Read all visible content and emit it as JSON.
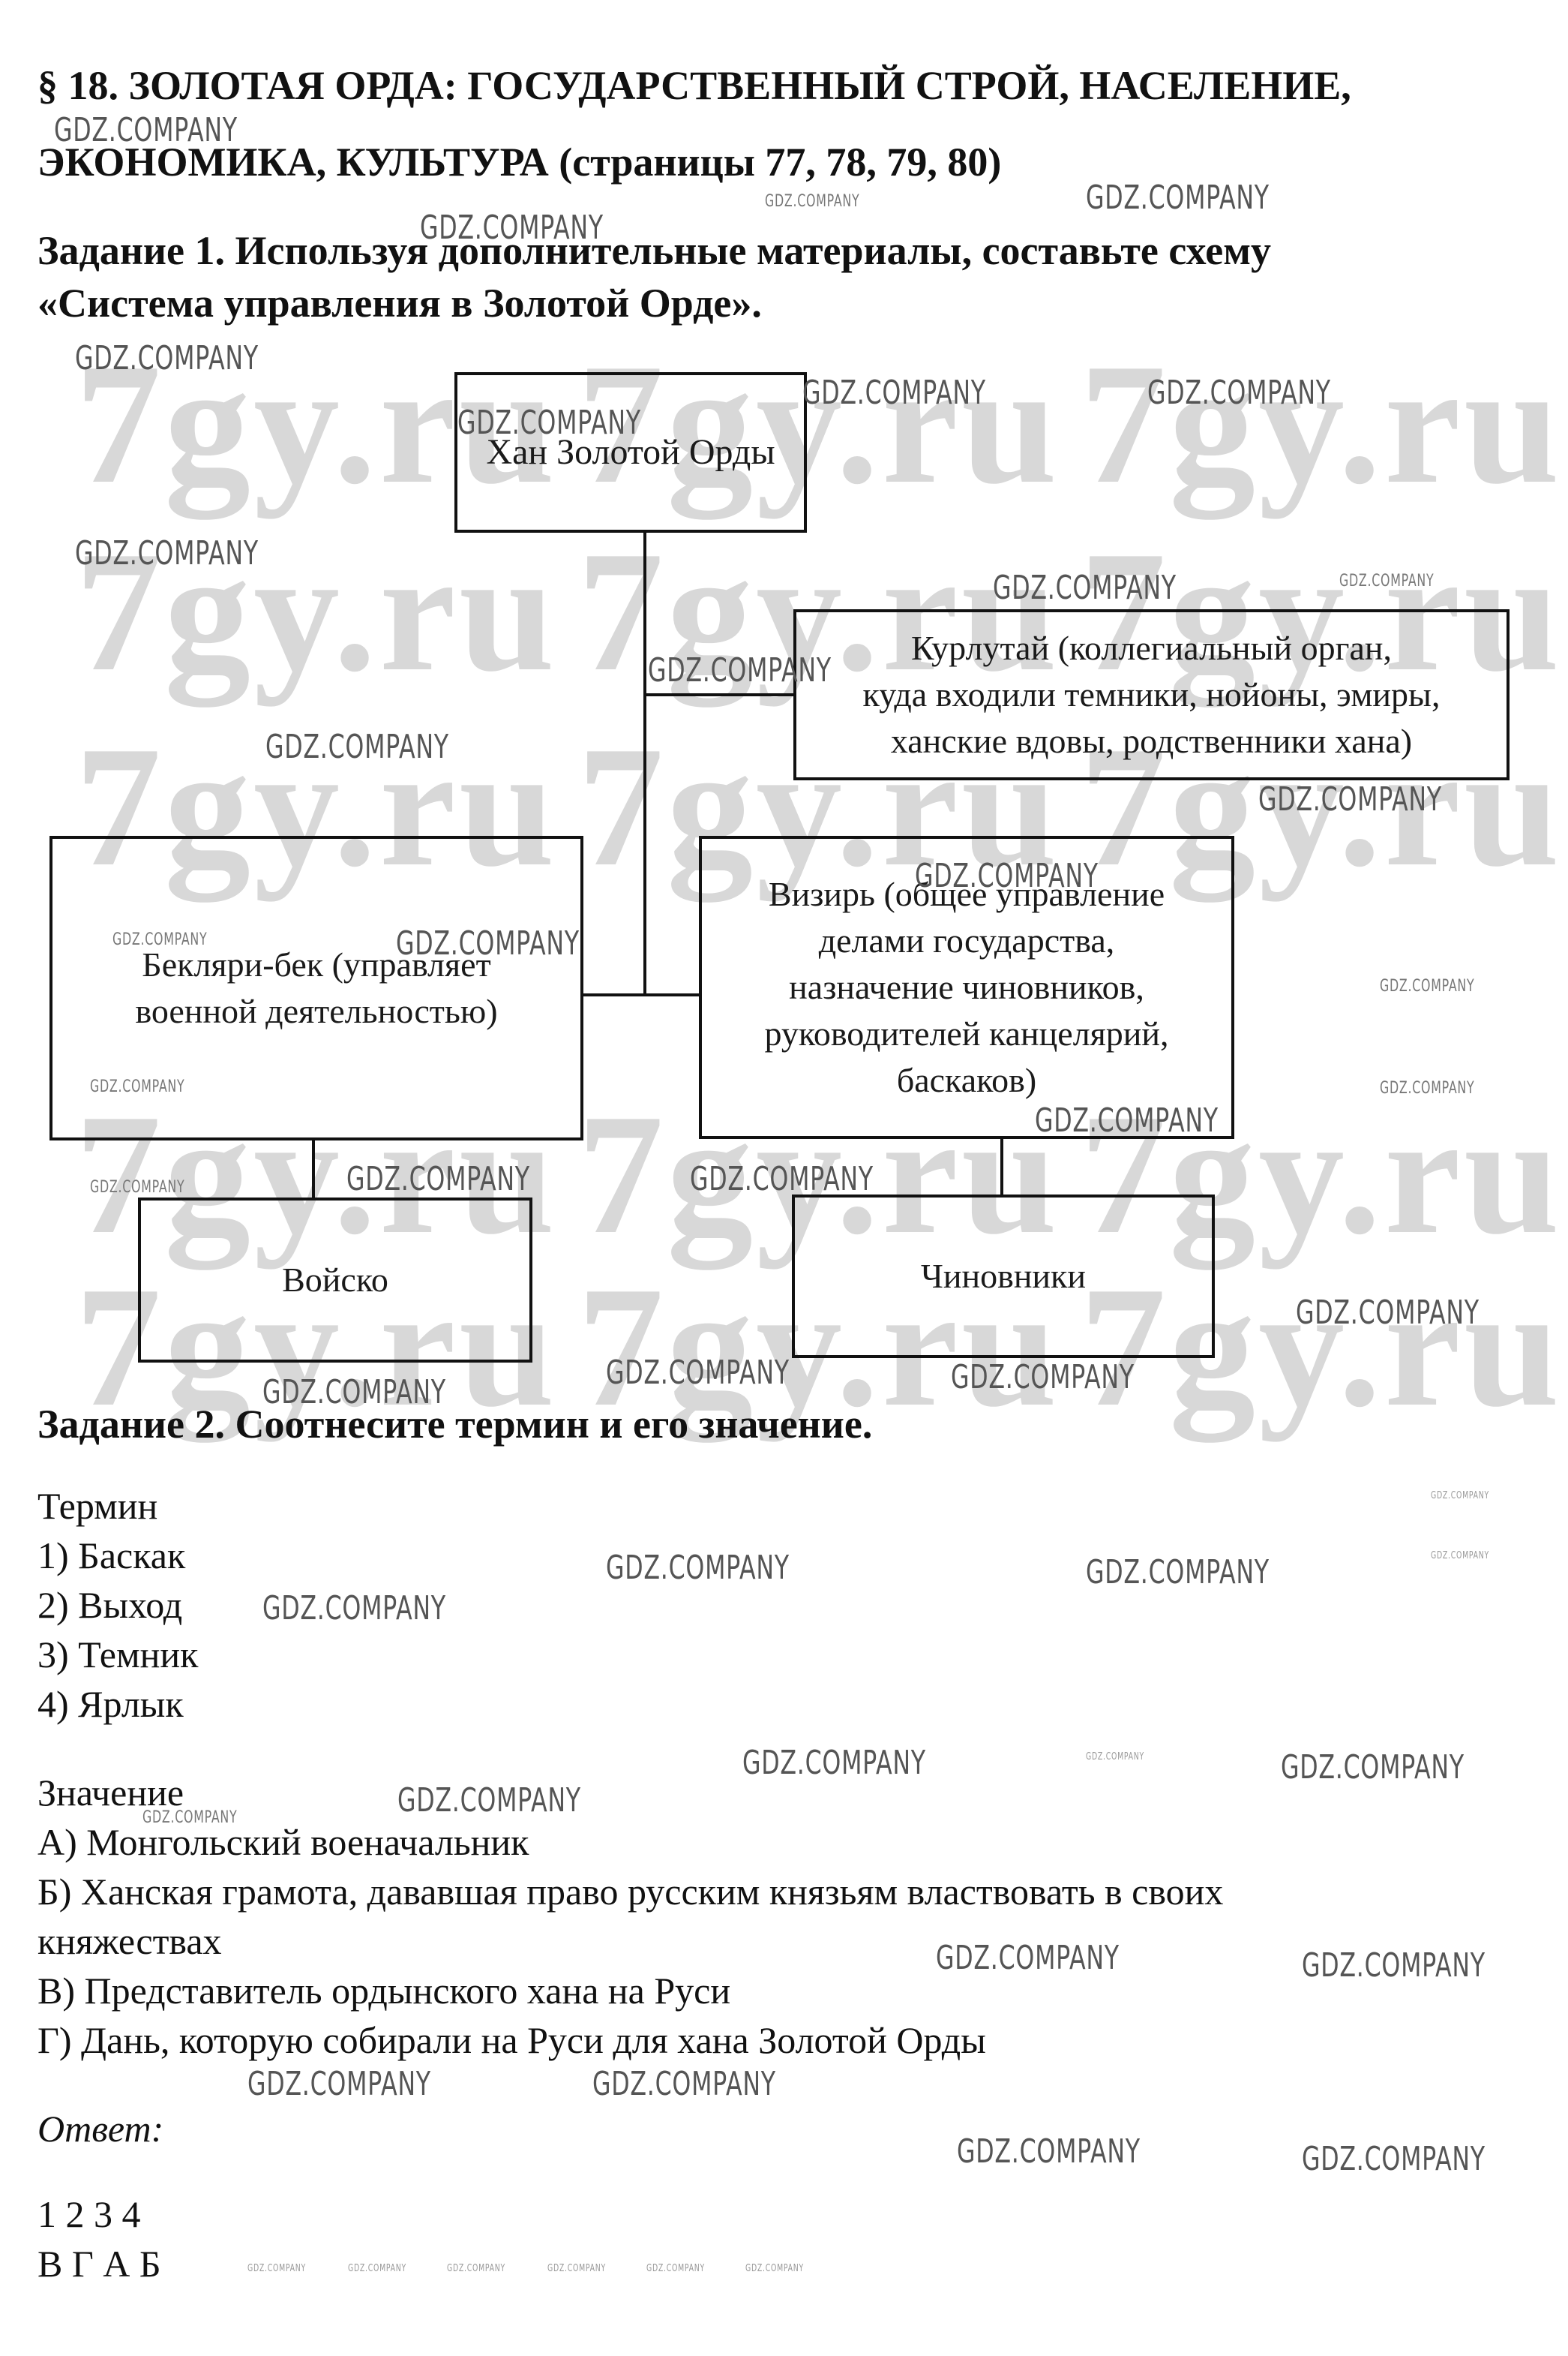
{
  "header": {
    "line1": "§ 18. ЗОЛОТАЯ ОРДА: ГОСУДАРСТВЕННЫЙ СТРОЙ, НАСЕЛЕНИЕ,",
    "line2": "ЭКОНОМИКА, КУЛЬТУРА (страницы 77, 78, 79, 80)"
  },
  "task1": {
    "line1": "Задание 1. Используя дополнительные материалы, составьте схему",
    "line2": "«Система управления в Золотой Орде».",
    "diagram": {
      "khan": "Хан Золотой Орды",
      "kurultai": "Курлутай (коллегиальный орган,\nкуда входили темники, нойоны, эмиры,\nханские вдовы, родственники хана)",
      "beklyari": "Бекляри-бек (управляет\nвоенной деятельностью)",
      "vizier": "Визирь (общее управление\nделами государства,\nназначение чиновников,\nруководителей канцелярий,\nбаскаков)",
      "army": "Войско",
      "officials": "Чиновники"
    }
  },
  "task2": {
    "title": "Задание 2. Соотнесите термин и его значение.",
    "terms_heading": "Термин",
    "terms": [
      "1) Баскак",
      "2) Выход",
      "3) Темник",
      "4) Ярлык"
    ],
    "meanings_heading": "Значение",
    "meanings": [
      "А) Монгольский военачальник",
      "Б) Ханская грамота, дававшая право русским князьям властвовать в своих",
      "княжествах",
      "В) Представитель ордынского хана на Руси",
      "Г) Дань, которую собирали на Руси для хана Золотой Орды"
    ],
    "answer_label": "Ответ:",
    "answer_numbers": "1 2 3 4",
    "answer_letters": "В Г А Б"
  },
  "watermarks": {
    "site": "7gy.ru",
    "gdz": "GDZ.COMPANY"
  }
}
